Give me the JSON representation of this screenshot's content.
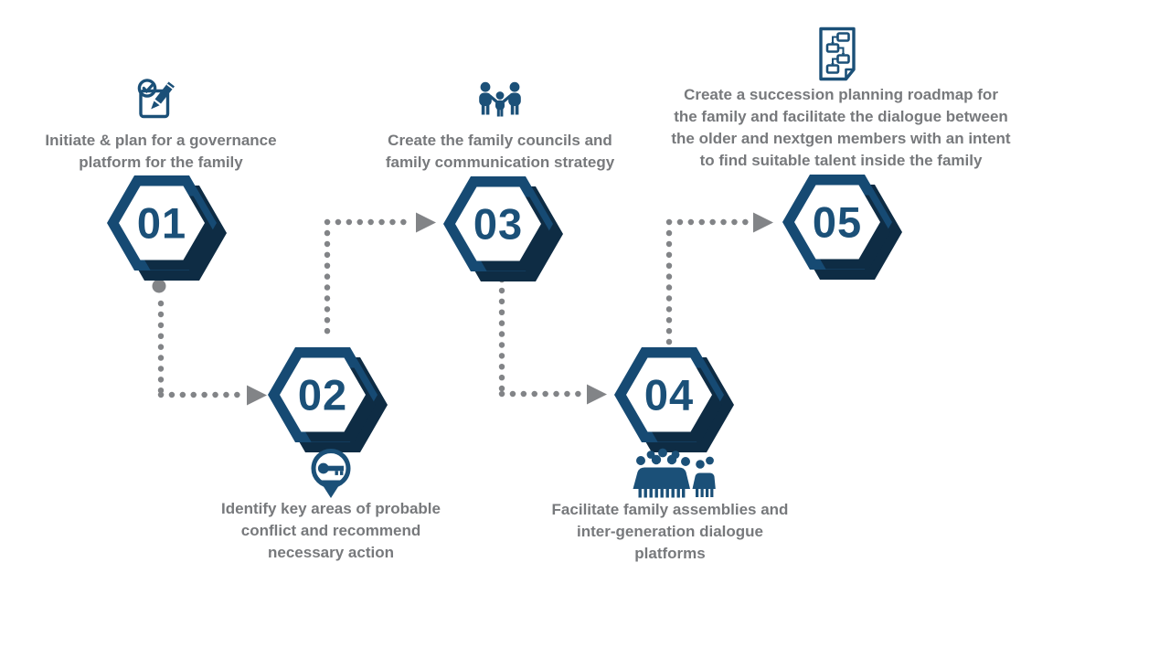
{
  "colors": {
    "hexagon_main": "#164A73",
    "hexagon_shadow": "#0E2C44",
    "number_blue": "#1B5078",
    "icon_blue": "#1B5078",
    "text_gray": "#77797C",
    "dot_gray": "#828487"
  },
  "steps": [
    {
      "number": "01",
      "icon": "clipboard-pencil-check-icon",
      "description": "Initiate & plan for a governance\nplatform for the family"
    },
    {
      "number": "02",
      "icon": "key-location-pin-icon",
      "description": "Identify key areas of probable\nconflict and recommend\nnecessary action"
    },
    {
      "number": "03",
      "icon": "family-parents-child-icon",
      "description": "Create the family councils and\nfamily communication strategy"
    },
    {
      "number": "04",
      "icon": "family-assembly-crowd-icon",
      "description": "Facilitate family assemblies and\ninter-generation dialogue\nplatforms"
    },
    {
      "number": "05",
      "icon": "succession-flowchart-document-icon",
      "description": "Create a succession planning roadmap for\nthe family and facilitate the dialogue between\nthe older and nextgen members with an intent\nto find suitable talent inside the family"
    }
  ]
}
